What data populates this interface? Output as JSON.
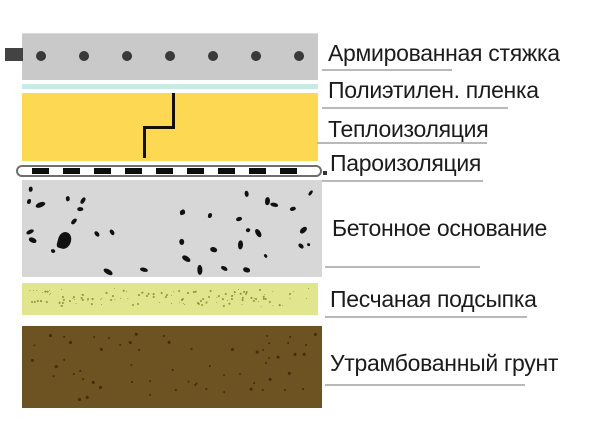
{
  "diagram": {
    "type": "floor-construction-cross-section",
    "layers": [
      {
        "id": "screed",
        "label": "Армированная стяжка",
        "color": "#c9c9c9",
        "features": "rebar dots row, left anchor tab"
      },
      {
        "id": "film",
        "label": "Полиэтилен. пленка",
        "color": "#c7ebe4"
      },
      {
        "id": "insulation",
        "label": "Теплоизоляция",
        "color": "#fcd853",
        "features": "stepped board joint line"
      },
      {
        "id": "vapor",
        "label": "Пароизоляция",
        "color": "#ffffff",
        "features": "dashed membrane strip"
      },
      {
        "id": "concrete",
        "label": "Бетонное основание",
        "color": "#d7d7d7",
        "features": "aggregate speckles"
      },
      {
        "id": "sand",
        "label": "Песчаная подсыпка",
        "color": "#e1e68e"
      },
      {
        "id": "soil",
        "label": "Утрамбованный грунт",
        "color": "#6e5322"
      }
    ],
    "rebar_dot_count": 7,
    "rebar_dot_color": "#222222",
    "tab_color": "#434343",
    "joint_color": "#141000",
    "label_text_color": "#1b1b1b",
    "rule_color": "#b9b9b9"
  }
}
